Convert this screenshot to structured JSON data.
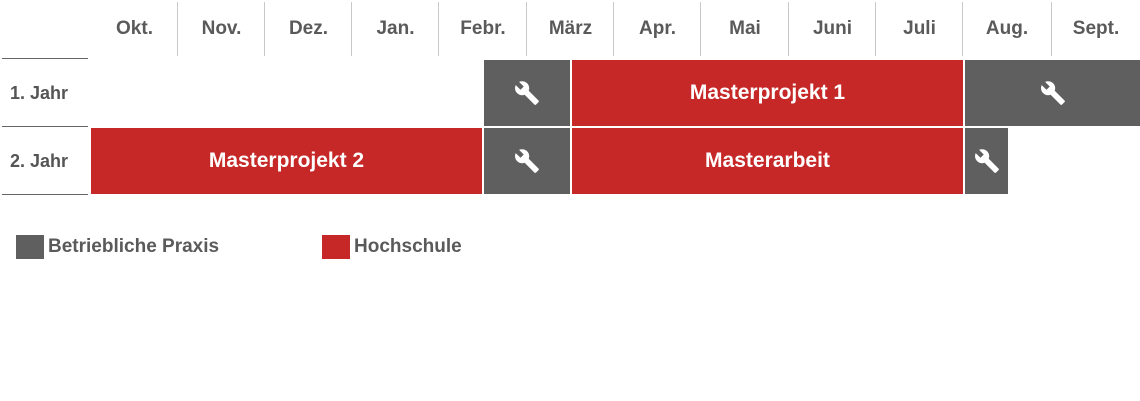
{
  "months": [
    "Okt.",
    "Nov.",
    "Dez.",
    "Jan.",
    "Febr.",
    "März",
    "Apr.",
    "Mai",
    "Juni",
    "Juli",
    "Aug.",
    "Sept."
  ],
  "rows": [
    {
      "label": "1. Jahr"
    },
    {
      "label": "2. Jahr"
    }
  ],
  "bars": {
    "r1_praxis_mar": {
      "kind": "praxis",
      "icon": "wrench-icon"
    },
    "r1_mp1": {
      "kind": "hochschule",
      "label": "Masterprojekt 1"
    },
    "r1_praxis_aug": {
      "kind": "praxis",
      "icon": "wrench-icon"
    },
    "r2_mp2": {
      "kind": "hochschule",
      "label": "Masterprojekt 2"
    },
    "r2_praxis_mar": {
      "kind": "praxis",
      "icon": "wrench-icon"
    },
    "r2_ma": {
      "kind": "hochschule",
      "label": "Masterarbeit"
    },
    "r2_praxis_aug": {
      "kind": "praxis",
      "icon": "wrench-icon"
    }
  },
  "legend": {
    "praxis": "Betriebliche Praxis",
    "hochschule": "Hochschule"
  },
  "colors": {
    "hochschule": "#c62828",
    "praxis": "#5f5f5f"
  }
}
